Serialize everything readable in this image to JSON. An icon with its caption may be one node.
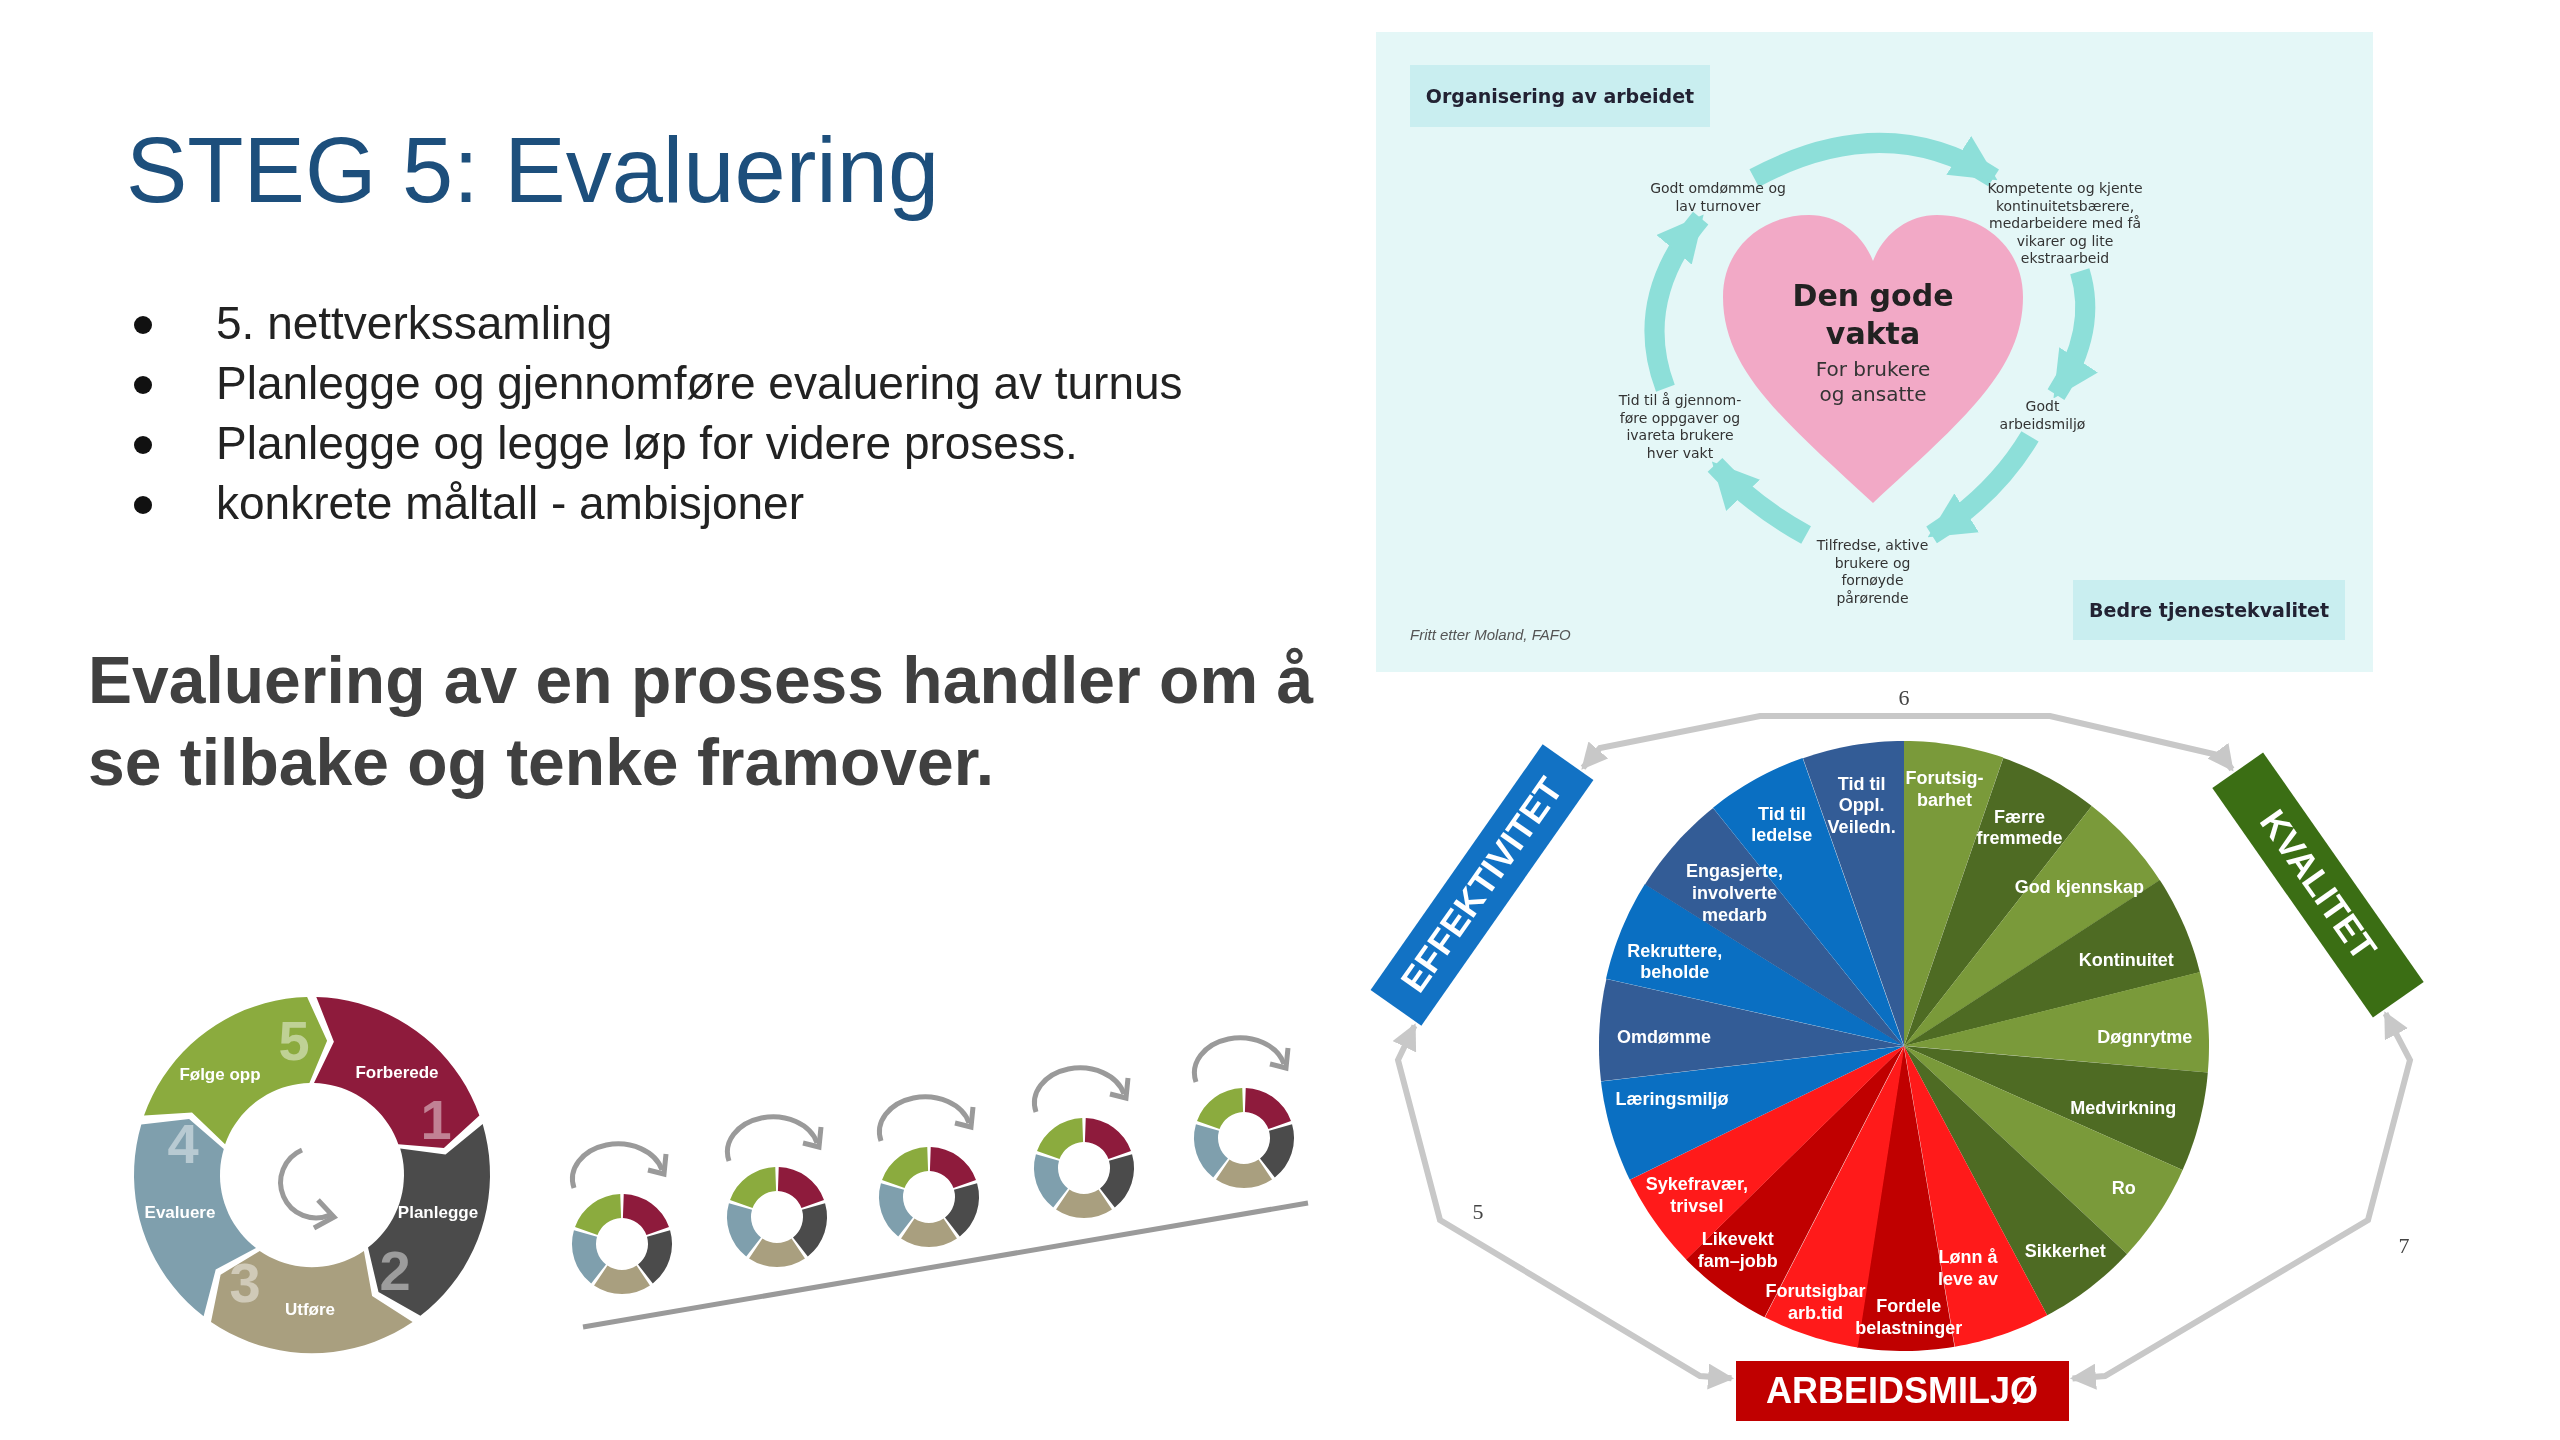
{
  "diagram": {
    "title": "STEG 5: Evaluering",
    "nodes": [
      {
        "text": [
          "Organisering av arbeidet"
        ]
      },
      {
        "text": [
          "Den gode vakta",
          "For brukere og ansatte"
        ]
      },
      {
        "text": [
          "Godt omdømme og lav turnover"
        ]
      },
      {
        "text": [
          "Kompetente og kjente kontinuitetsbærere, medarbeidere med få vikarer og lite ekstraarbeid"
        ]
      },
      {
        "text": [
          "Godt arbeidsmiljø"
        ]
      },
      {
        "text": [
          "Tilfredse, aktive brukere og fornøyde pårørende"
        ]
      },
      {
        "text": [
          "Tid til å gjennom- føre oppgaver og ivareta brukere hver vakt"
        ]
      },
      {
        "text": [
          "Bedre tjenestekvalitet"
        ]
      },
      {
        "text": [
          "EFFEKTIVITET"
        ]
      },
      {
        "text": [
          "KVALITET"
        ]
      },
      {
        "text": [
          "ARBEIDSMILJØ"
        ]
      },
      {
        "text": [
          "Forutsig- barhet"
        ]
      },
      {
        "text": [
          "Færre fremmede"
        ]
      },
      {
        "text": [
          "God kjennskap"
        ]
      },
      {
        "text": [
          "Kontinuitet"
        ]
      },
      {
        "text": [
          "Døgnrytme"
        ]
      },
      {
        "text": [
          "Medvirkning"
        ]
      },
      {
        "text": [
          "Ro"
        ]
      },
      {
        "text": [
          "Sikkerhet"
        ]
      },
      {
        "text": [
          "Lønn å leve av"
        ]
      },
      {
        "text": [
          "Fordele belastninger"
        ]
      },
      {
        "text": [
          "Forutsigbar arb.tid"
        ]
      },
      {
        "text": [
          "Likevekt fam–jobb"
        ]
      },
      {
        "text": [
          "Sykefravær, trivsel"
        ]
      },
      {
        "text": [
          "Læringsmiljø"
        ]
      },
      {
        "text": [
          "Omdømme"
        ]
      },
      {
        "text": [
          "Rekruttere, beholde"
        ]
      },
      {
        "text": [
          "Engasjerte, involverte medarb"
        ]
      },
      {
        "text": [
          "Tid til ledelse"
        ]
      },
      {
        "text": [
          "Tid til Oppl. Veiledn."
        ]
      },
      {
        "text": [
          "5",
          "Følge opp"
        ]
      },
      {
        "text": [
          "Forberede",
          "1"
        ]
      },
      {
        "text": [
          "Planlegge",
          "2"
        ]
      },
      {
        "text": [
          "3",
          "Utføre"
        ]
      },
      {
        "text": [
          "4",
          "Evaluere"
        ]
      }
    ],
    "edges": [
      {
        "from": 2,
        "to": 3,
        "arrow": "to"
      },
      {
        "from": 3,
        "to": 4,
        "arrow": "to"
      },
      {
        "from": 4,
        "to": 5,
        "arrow": "to"
      },
      {
        "from": 5,
        "to": 6,
        "arrow": "to"
      },
      {
        "from": 6,
        "to": 2,
        "arrow": "to"
      },
      {
        "from": 8,
        "to": 9,
        "arrow": "both",
        "label": "6",
        "color": "#c8c8c8"
      },
      {
        "from": 8,
        "to": 10,
        "arrow": "both",
        "label": "5",
        "color": "#c8c8c8"
      },
      {
        "from": 9,
        "to": 10,
        "arrow": "both",
        "label": "7",
        "color": "#c8c8c8"
      }
    ],
    "labels": [
      "5. nettverkssamling",
      "Planlegge og gjennomføre evaluering av turnus",
      "Planlegge og legge løp for videre prosess.",
      "konkrete måltall - ambisjoner",
      "Evaluering av en prosess handler om å se tilbake og tenke framover.",
      "Fritt etter Moland, FAFO"
    ]
  }
}
